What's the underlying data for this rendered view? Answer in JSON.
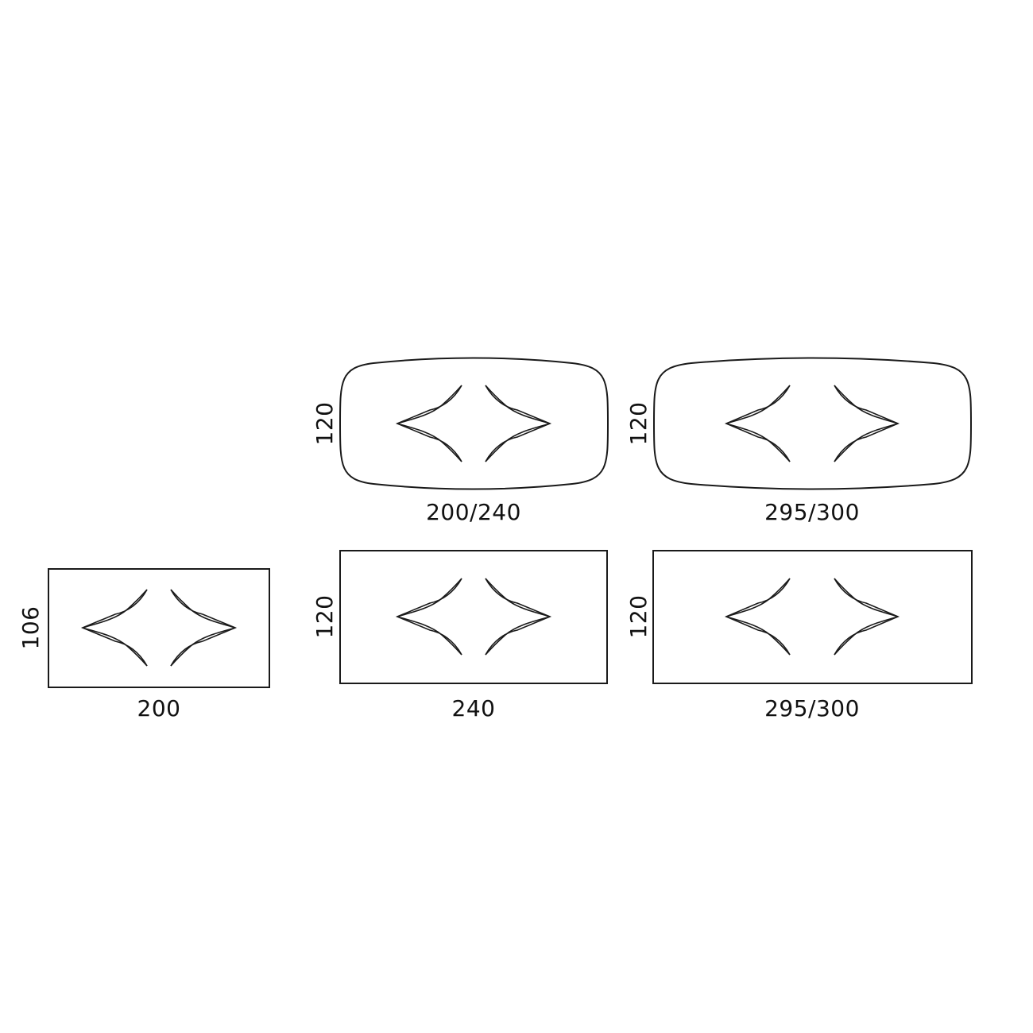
{
  "colors": {
    "line": "#1a1a1a",
    "text": "#111111",
    "background": "#ffffff"
  },
  "tables": [
    {
      "name": "table-barrel-200-240",
      "shape": "barrel",
      "length_label": "200/240",
      "width_label": "120"
    },
    {
      "name": "table-barrel-295-300",
      "shape": "barrel",
      "length_label": "295/300",
      "width_label": "120"
    },
    {
      "name": "table-rect-200",
      "shape": "rectangle",
      "length_label": "200",
      "width_label": "106"
    },
    {
      "name": "table-rect-240",
      "shape": "rectangle",
      "length_label": "240",
      "width_label": "120"
    },
    {
      "name": "table-rect-295-300",
      "shape": "rectangle",
      "length_label": "295/300",
      "width_label": "120"
    }
  ]
}
